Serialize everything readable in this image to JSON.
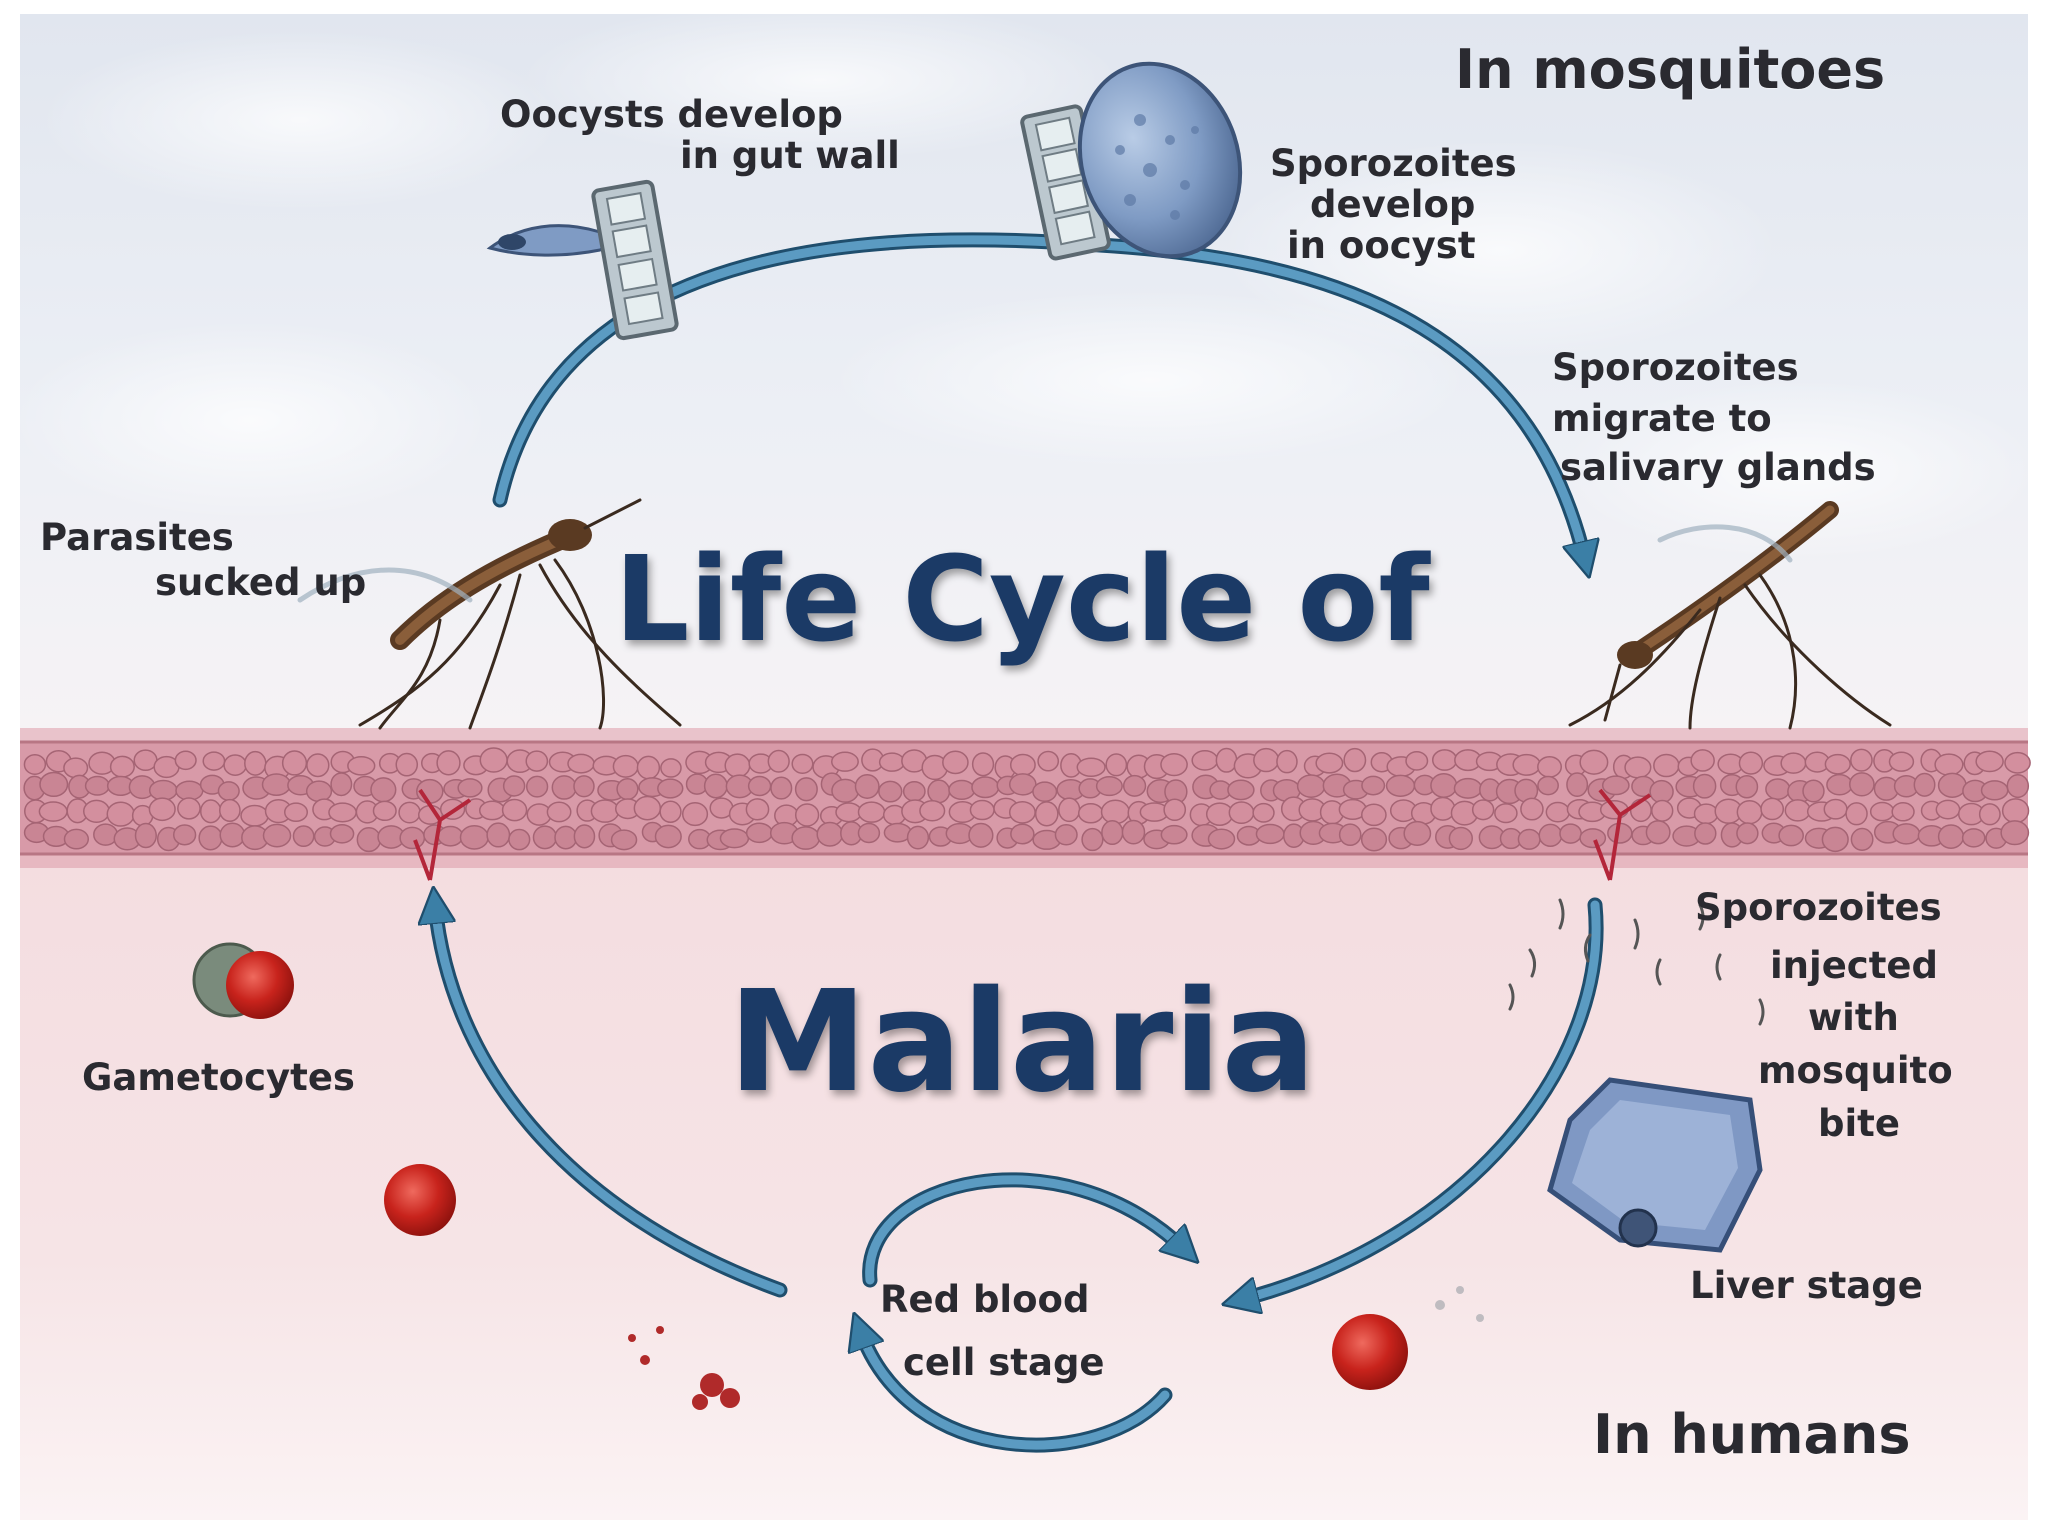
{
  "slide": {
    "title_line1": "Life Cycle of",
    "title_line2": "Malaria"
  },
  "regions": {
    "mosquitoes": "In mosquitoes",
    "humans": "In humans"
  },
  "stages": {
    "oocysts_l1": "Oocysts develop",
    "oocysts_l2": "in gut wall",
    "spor_oocyst_l1": "Sporozoites",
    "spor_oocyst_l2": "develop",
    "spor_oocyst_l3": "in oocyst",
    "spor_migrate_l1": "Sporozoites",
    "spor_migrate_l2": "migrate to",
    "spor_migrate_l3": "salivary glands",
    "parasites_l1": "Parasites",
    "parasites_l2": "sucked up",
    "spor_injected_l1": "Sporozoites",
    "spor_injected_l2": "injected",
    "spor_injected_l3": "with",
    "spor_injected_l4": "mosquito",
    "spor_injected_l5": "bite",
    "gametocytes": "Gametocytes",
    "liver": "Liver stage",
    "rbc_l1": "Red blood",
    "rbc_l2": "cell stage"
  },
  "colors": {
    "title": "#1b3a66",
    "arrow": "#3b7fa6",
    "skin": "#d89aa8",
    "red_cell": "#c8231c",
    "sky": "#dde4ef",
    "lower_bg": "#f2d9dc"
  }
}
